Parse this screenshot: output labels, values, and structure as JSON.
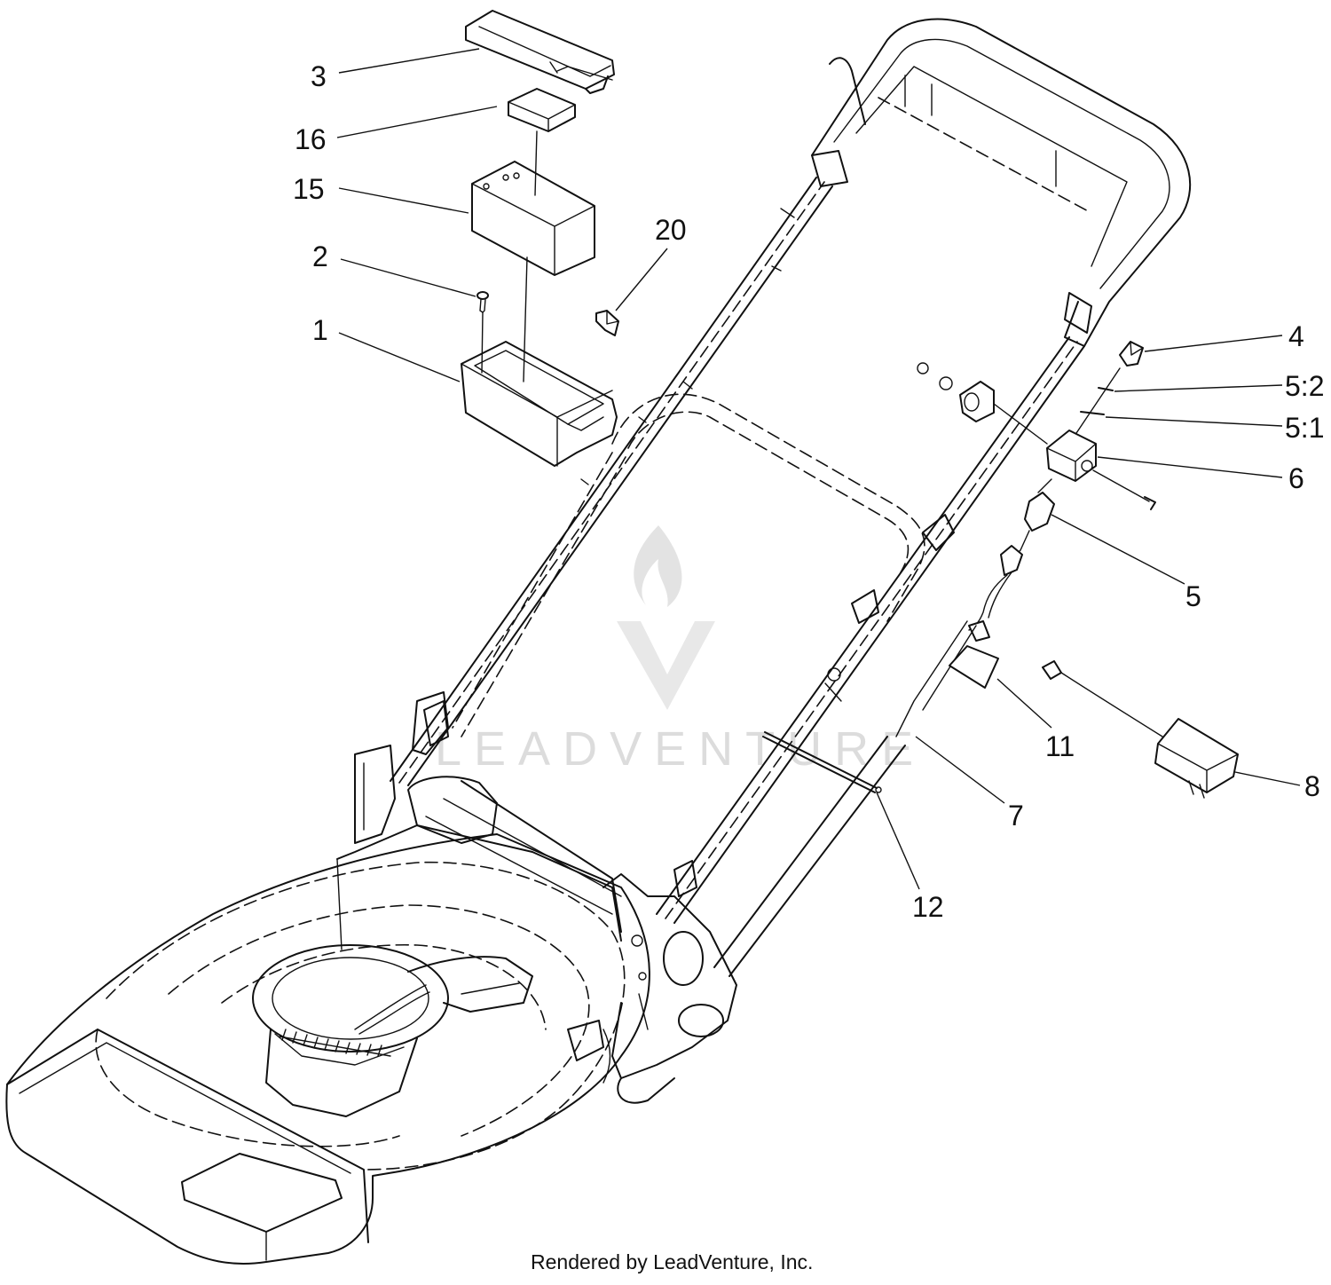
{
  "watermark": {
    "text": "LEADVENTURE"
  },
  "footer": {
    "text": "Rendered by LeadVenture, Inc."
  },
  "callouts": [
    "3",
    "16",
    "15",
    "2",
    "20",
    "1",
    "4",
    "5:2",
    "5:1",
    "6",
    "5",
    "11",
    "8",
    "7",
    "12"
  ]
}
